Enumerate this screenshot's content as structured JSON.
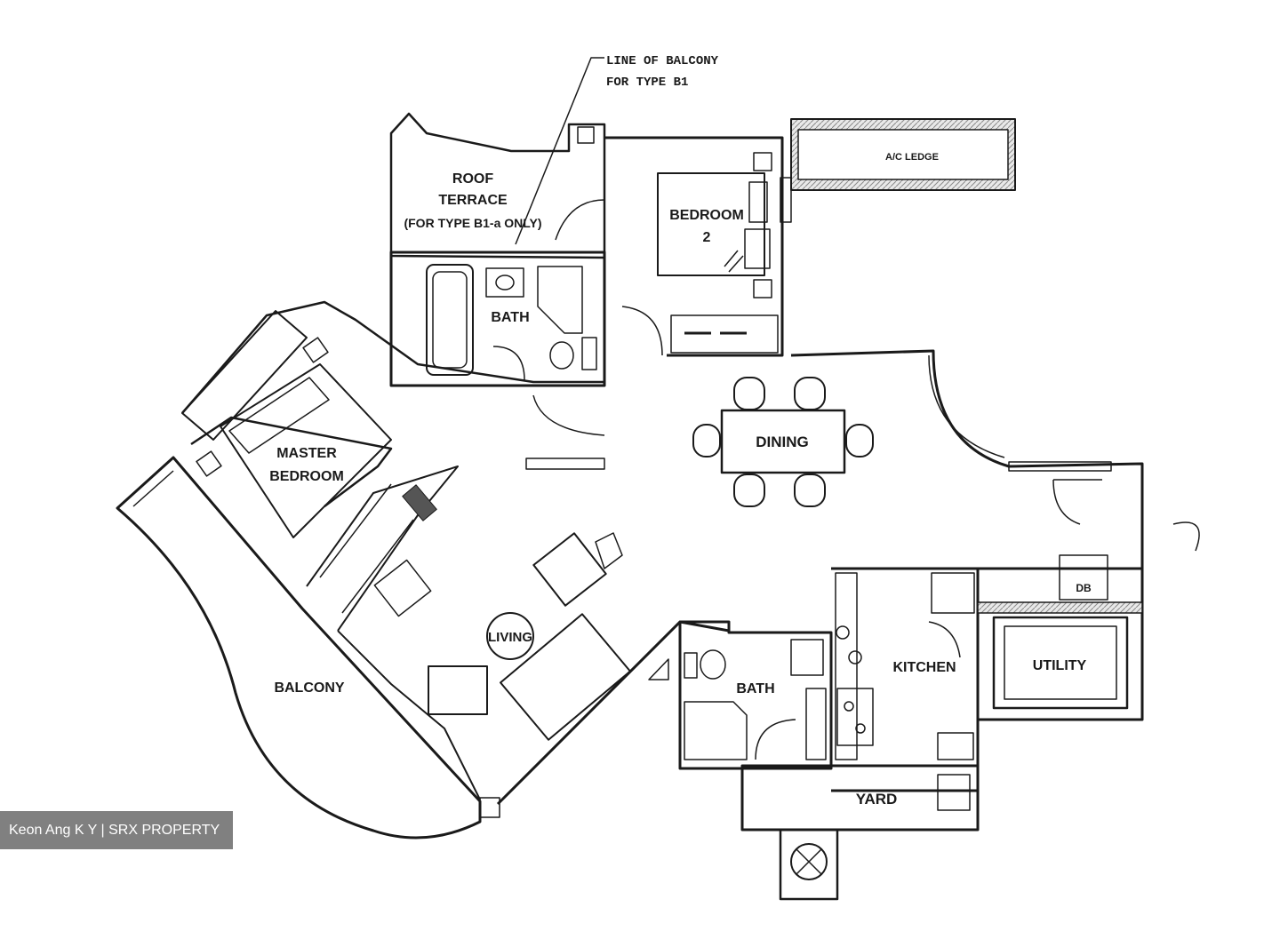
{
  "rooms": {
    "roof_terrace": [
      "ROOF",
      "TERRACE",
      "(FOR TYPE B1-a ONLY)"
    ],
    "bedroom2": [
      "BEDROOM",
      "2"
    ],
    "bath_upper": "BATH",
    "ac_ledge": "A/C LEDGE",
    "master_bedroom": [
      "MASTER",
      "BEDROOM"
    ],
    "dining": "DINING",
    "living": "LIVING",
    "balcony": "BALCONY",
    "bath_lower": "BATH",
    "kitchen": "KITCHEN",
    "utility": "UTILITY",
    "yard": "YARD",
    "db": "DB"
  },
  "annotation": [
    "LINE OF BALCONY",
    "FOR TYPE B1"
  ],
  "watermark": "Keon Ang K Y | SRX PROPERTY",
  "colors": {
    "line": "#1a1a1a",
    "hatch": "#777777",
    "watermark_bg": "#6e6e6e"
  }
}
